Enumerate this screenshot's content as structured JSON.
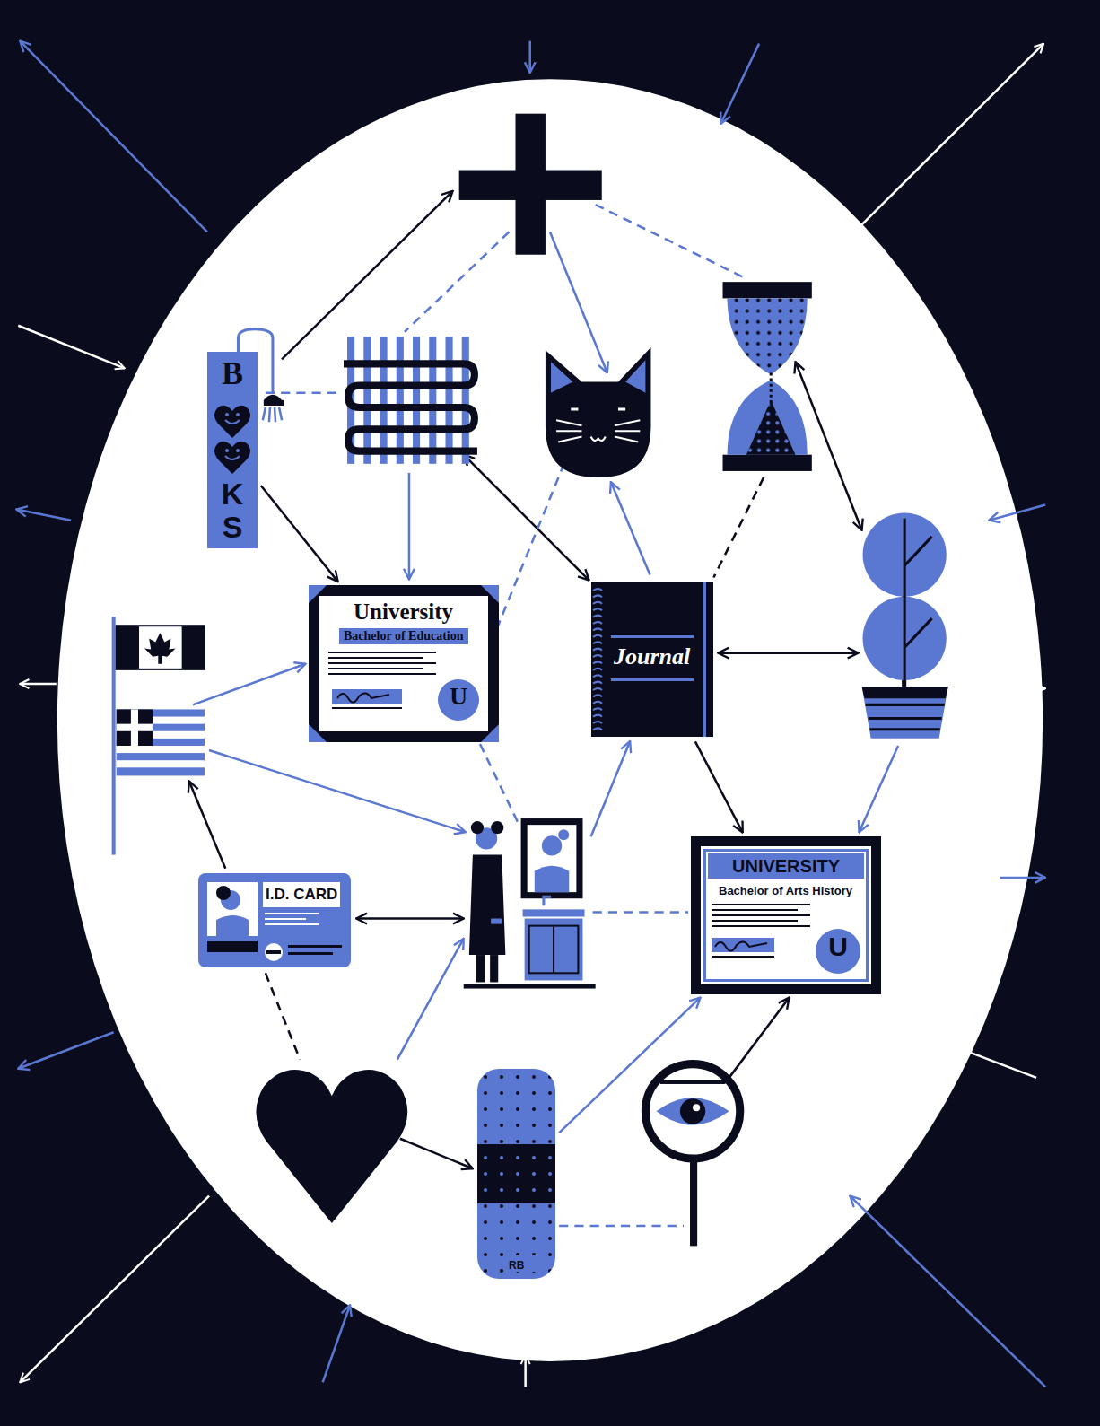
{
  "diagram": {
    "nodes": [
      {
        "text": [
          "B",
          "KS"
        ]
      },
      {
        "text": [
          "University",
          "Bachelor of Education",
          "U"
        ]
      },
      {
        "text": [
          "Journal"
        ]
      },
      {
        "text": [
          "I.D. CARD"
        ]
      },
      {
        "text": [
          "UNIVERSITY",
          "Bachelor of Arts History",
          "U"
        ]
      },
      {
        "text": [
          "RB"
        ]
      }
    ],
    "edges": [
      {
        "from": 0,
        "to": 1,
        "arrow": "to"
      },
      {
        "from": 2,
        "to": 4,
        "arrow": "to"
      },
      {
        "from": 5,
        "to": 4,
        "arrow": "to"
      }
    ]
  }
}
